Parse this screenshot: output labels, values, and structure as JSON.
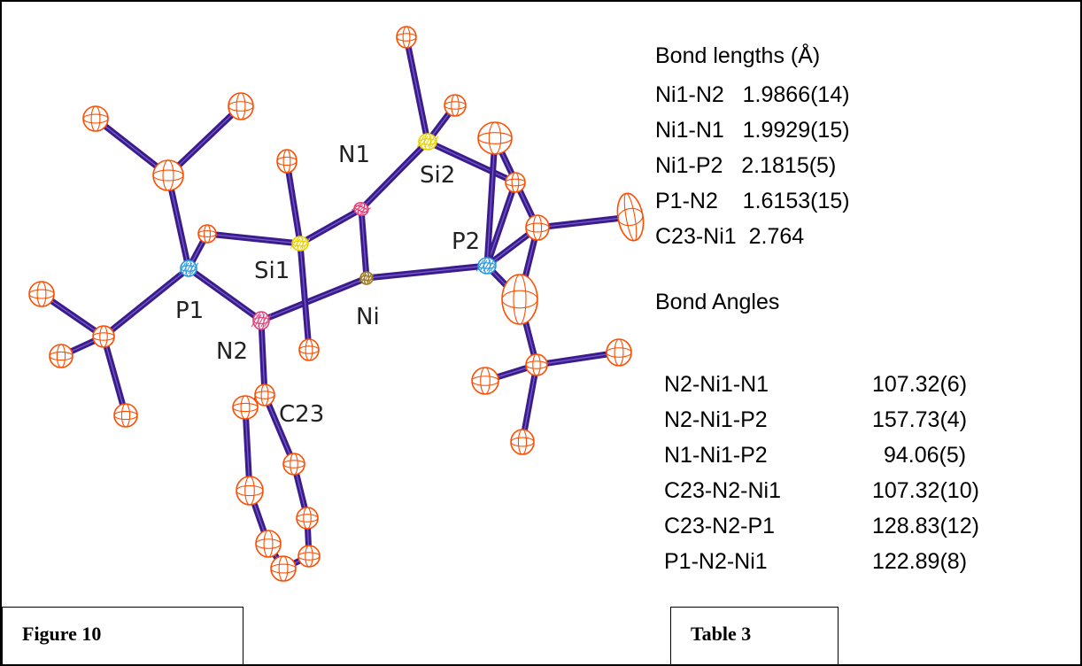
{
  "atom_labels": {
    "n1": "N1",
    "si2": "Si2",
    "p2": "P2",
    "si1": "Si1",
    "p1": "P1",
    "ni": "Ni",
    "n2": "N2",
    "c23": "C23"
  },
  "colors": {
    "bond": "#3a1c8c",
    "carbon": "#ff4d00",
    "nitrogen": "#e0407a",
    "phosphorus": "#2a98e0",
    "silicon": "#e8d000",
    "nickel": "#9a7520"
  },
  "bond_lengths": {
    "title": "Bond lengths (Å)",
    "rows": [
      {
        "name": "Ni1-N2",
        "value": "1.9866(14)"
      },
      {
        "name": "Ni1-N1",
        "value": "1.9929(15)"
      },
      {
        "name": "Ni1-P2",
        "value": "2.1815(5)"
      },
      {
        "name": "P1-N2",
        "value": "1.6153(15)"
      },
      {
        "name": "C23-Ni1",
        "value": "2.764"
      }
    ]
  },
  "bond_angles": {
    "title": "Bond Angles",
    "rows": [
      {
        "name": "N2-Ni1-N1",
        "value": "107.32(6)"
      },
      {
        "name": "N2-Ni1-P2",
        "value": "157.73(4)"
      },
      {
        "name": "N1-Ni1-P2",
        "value": " 94.06(5)"
      },
      {
        "name": "C23-N2-Ni1",
        "value": "107.32(10)"
      },
      {
        "name": "C23-N2-P1",
        "value": "128.83(12)"
      },
      {
        "name": "P1-N2-Ni1",
        "value": "122.89(8)"
      }
    ]
  },
  "captions": {
    "figure": "Figure 10",
    "table": "Table 3"
  }
}
